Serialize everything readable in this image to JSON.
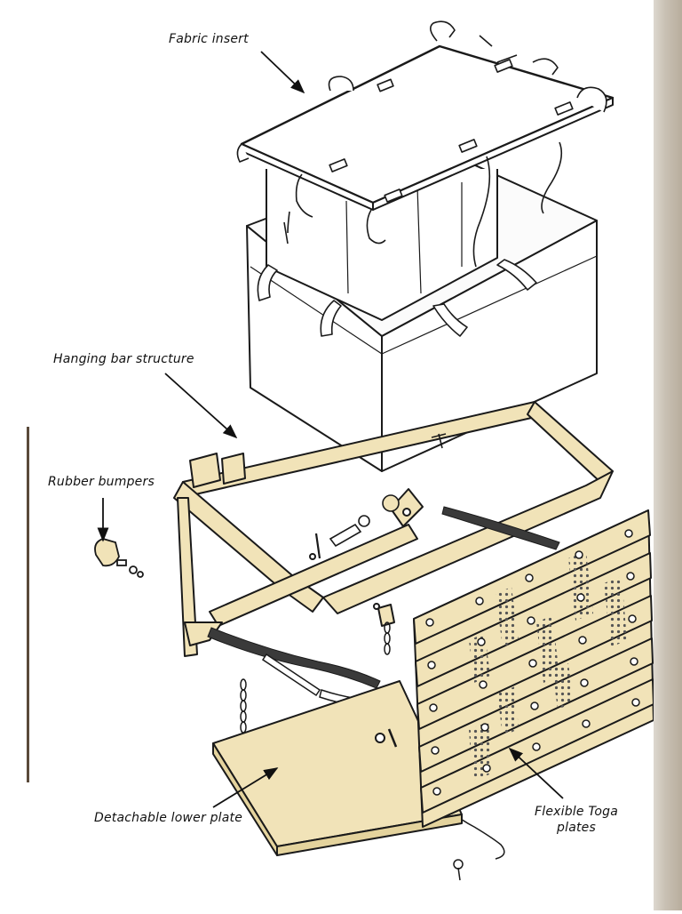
{
  "diagram": {
    "type": "exploded-assembly-illustration",
    "colors": {
      "frame": "#f1e3b8",
      "line": "#1a1a1a",
      "fabric": "#ffffff",
      "page_edge": "#c9c1b4"
    },
    "labels": {
      "fabric_insert": "Fabric insert",
      "hanging_bar_structure": "Hanging bar structure",
      "rubber_bumpers": "Rubber bumpers",
      "detachable_lower_plate": "Detachable lower plate",
      "flexible_toga_plates_line1": "Flexible Toga",
      "flexible_toga_plates_line2": "plates"
    },
    "parts": [
      "fabric-insert",
      "hanging-bar-structure",
      "rubber-bumper",
      "detachable-lower-plate",
      "flexible-toga-plates",
      "chain",
      "elastic-straps"
    ]
  }
}
